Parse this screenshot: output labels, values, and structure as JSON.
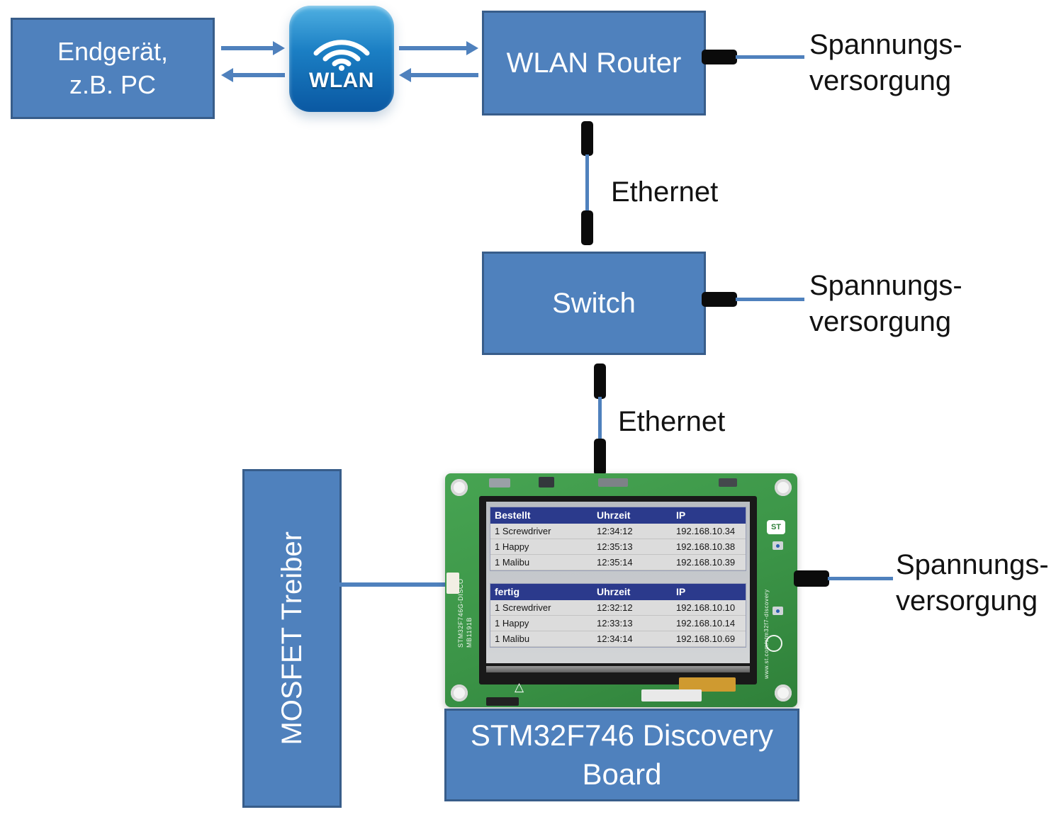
{
  "boxes": {
    "endgeraet": {
      "line1": "Endgerät,",
      "line2": "z.B. PC"
    },
    "wlan_router": "WLAN Router",
    "switch": "Switch",
    "mosfet": "MOSFET Treiber",
    "board_label": {
      "line1": "STM32F746 Discovery",
      "line2": "Board"
    }
  },
  "wlan_icon": {
    "label": "WLAN"
  },
  "labels": {
    "ethernet": "Ethernet",
    "power": {
      "line1": "Spannungs-",
      "line2": "versorgung"
    }
  },
  "board": {
    "silkscreen_left_1": "STM32F746G-DISCO",
    "silkscreen_left_2": "MB1191B",
    "silkscreen_right": "www.st.com/stm32f7-discovery",
    "st_logo": "ST",
    "tables": [
      {
        "headers": [
          "Bestellt",
          "Uhrzeit",
          "IP"
        ],
        "rows": [
          [
            "1 Screwdriver",
            "12:34:12",
            "192.168.10.34"
          ],
          [
            "1 Happy",
            "12:35:13",
            "192.168.10.38"
          ],
          [
            "1 Malibu",
            "12:35:14",
            "192.168.10.39"
          ]
        ]
      },
      {
        "headers": [
          "fertig",
          "Uhrzeit",
          "IP"
        ],
        "rows": [
          [
            "1 Screwdriver",
            "12:32:12",
            "192.168.10.10"
          ],
          [
            "1 Happy",
            "12:33:13",
            "192.168.10.14"
          ],
          [
            "1 Malibu",
            "12:34:14",
            "192.168.10.69"
          ]
        ]
      }
    ]
  },
  "colors": {
    "box_fill": "#4F81BD",
    "box_border": "#385D8A",
    "connector_line": "#4F81BD",
    "plug_black": "#0B0B0B",
    "pcb_green": "#3B9447",
    "lcd_table_header": "#2B3A8C",
    "wlan_icon_blue": "#1B7FC4"
  }
}
